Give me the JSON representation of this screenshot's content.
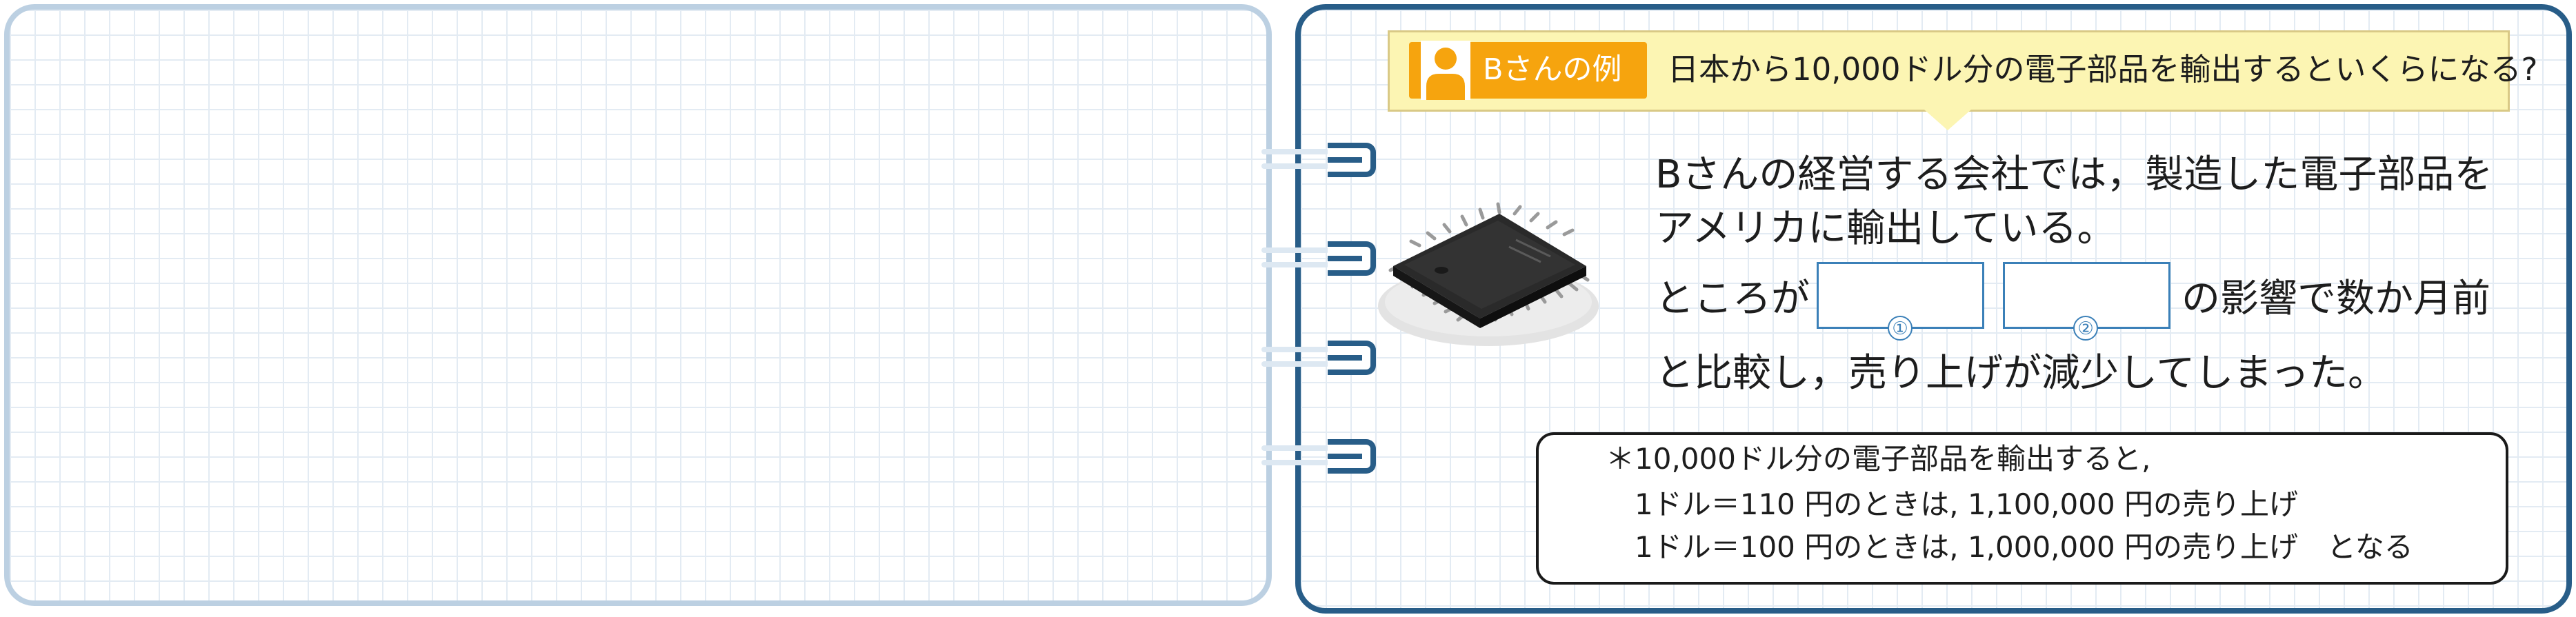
{
  "header": {
    "badge_label": "Bさんの例",
    "question": "日本から10,000ドル分の電子部品を輸出するといくらになる?"
  },
  "story": {
    "line1": "Bさんの経営する会社では，製造した電子部品を",
    "line2": "アメリカに輸出している。",
    "line3_prefix": "ところが",
    "line3_suffix": "の影響で数か月前",
    "line4": "と比較し，売り上げが減少してしまった。"
  },
  "blanks": [
    {
      "number": "①",
      "value": ""
    },
    {
      "number": "②",
      "value": ""
    }
  ],
  "note": {
    "line1": "＊10,000ドル分の電子部品を輸出すると,",
    "line2": "1ドル＝110 円のときは, 1,100,000 円の売り上げ",
    "line3": "1ドル＝100 円のときは, 1,000,000 円の売り上げ　となる"
  },
  "colors": {
    "right_border": "#285d88",
    "left_border": "#bcd0e2",
    "badge": "#f6a40e",
    "header_fill": "#fcf5b3",
    "blank_border": "#3b80b8"
  },
  "icons": {
    "badge_icon": "person-icon",
    "illustration": "microchip-icon"
  }
}
